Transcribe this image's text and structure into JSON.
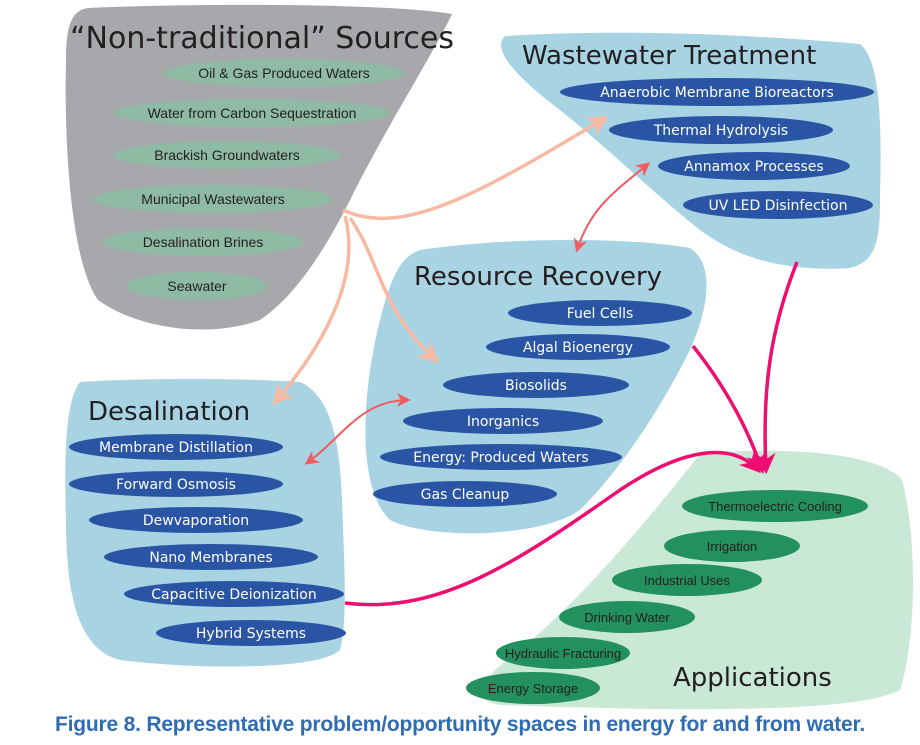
{
  "colors": {
    "sources_bg": "#a7a8ab",
    "sources_pill": "#8fbba4",
    "process_bg": "#a8d3e3",
    "process_pill": "#2a55a5",
    "applications_bg": "#c9e8d6",
    "applications_pill": "#23915e",
    "arrow_light": "#f8b9a3",
    "arrow_coral": "#f15a60",
    "arrow_magenta": "#ee0d70",
    "caption": "#2f6cb3"
  },
  "groups": {
    "sources": {
      "title": "“Non-traditional” Sources",
      "items": [
        "Oil & Gas Produced Waters",
        "Water from Carbon Sequestration",
        "Brackish Groundwaters",
        "Municipal Wastewaters",
        "Desalination Brines",
        "Seawater"
      ]
    },
    "wastewater": {
      "title": "Wastewater Treatment",
      "items": [
        "Anaerobic Membrane Bioreactors",
        "Thermal Hydrolysis",
        "Annamox Processes",
        "UV LED Disinfection"
      ]
    },
    "resource_recovery": {
      "title": "Resource Recovery",
      "items": [
        "Fuel Cells",
        "Algal Bioenergy",
        "Biosolids",
        "Inorganics",
        "Energy: Produced Waters",
        "Gas Cleanup"
      ]
    },
    "desalination": {
      "title": "Desalination",
      "items": [
        "Membrane Distillation",
        "Forward Osmosis",
        "Dewvaporation",
        "Nano Membranes",
        "Capacitive Deionization",
        "Hybrid Systems"
      ]
    },
    "applications": {
      "title": "Applications",
      "items": [
        "Thermoelectric Cooling",
        "Irrigation",
        "Industrial Uses",
        "Drinking Water",
        "Hydraulic Fracturing",
        "Energy Storage"
      ]
    }
  },
  "connections": [
    {
      "from": "sources",
      "to": "wastewater",
      "style": "light"
    },
    {
      "from": "sources",
      "to": "resource_recovery",
      "style": "light"
    },
    {
      "from": "sources",
      "to": "desalination",
      "style": "light"
    },
    {
      "from": "wastewater",
      "to": "resource_recovery",
      "style": "coral",
      "bidirectional": true
    },
    {
      "from": "desalination",
      "to": "resource_recovery",
      "style": "coral",
      "bidirectional": true
    },
    {
      "from": "wastewater",
      "to": "applications",
      "style": "magenta"
    },
    {
      "from": "resource_recovery",
      "to": "applications",
      "style": "magenta"
    },
    {
      "from": "desalination",
      "to": "applications",
      "style": "magenta"
    }
  ],
  "caption": "Figure 8. Representative problem/opportunity spaces in energy for and from water."
}
